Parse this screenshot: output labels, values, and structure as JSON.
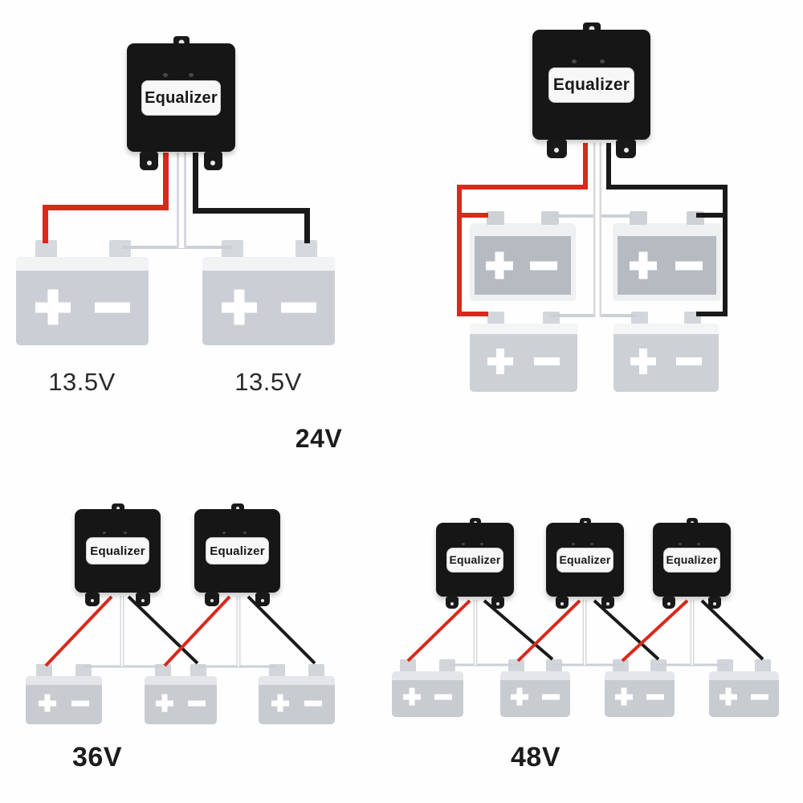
{
  "image_type": "battery-equalizer-wiring-diagram",
  "colors": {
    "background": "#fefefe",
    "equalizer_body": "#161616",
    "equalizer_label_bg": "#f7f7f8",
    "positive_wire_red": "#d9291c",
    "negative_wire_black": "#1a1a1a",
    "balance_wire_white": "#ffffff",
    "series_link_gray": "#ccd0d6",
    "battery_body_gray": "#cbcfd5",
    "battery_inner_panel": "#b6bac1",
    "label_text": "#222222"
  },
  "icons": {
    "positive_terminal_symbol": "plus-icon",
    "negative_terminal_symbol": "minus-icon",
    "mounting_hole": "circle-hole"
  },
  "diagrams": [
    {
      "name": "dual-battery-parallel",
      "equalizer_count": 1,
      "battery_count": 2,
      "equalizers": [
        "Equalizer"
      ],
      "battery_labels": [
        "13.5V",
        "13.5V"
      ]
    },
    {
      "name": "24v-bank",
      "equalizer_count": 1,
      "battery_count": 4,
      "equalizers": [
        "Equalizer"
      ],
      "caption": "24V"
    },
    {
      "name": "36v-bank",
      "equalizer_count": 2,
      "battery_count": 3,
      "equalizers": [
        "Equalizer",
        "Equalizer"
      ],
      "caption": "36V"
    },
    {
      "name": "48v-bank",
      "equalizer_count": 3,
      "battery_count": 4,
      "equalizers": [
        "Equalizer",
        "Equalizer",
        "Equalizer"
      ],
      "caption": "48V"
    }
  ]
}
